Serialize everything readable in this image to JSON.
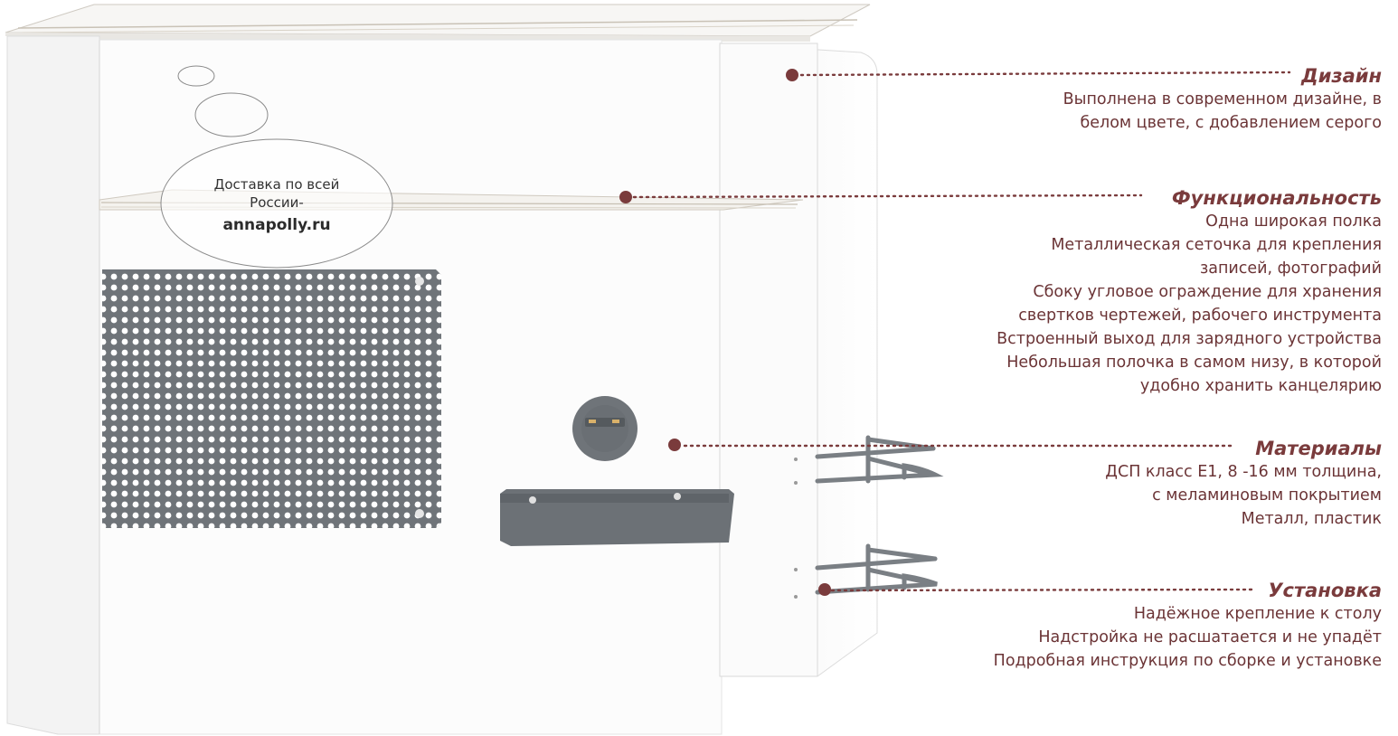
{
  "badge": {
    "line1": "Доставка по всей",
    "line2": "России-",
    "site": "annapolly.ru"
  },
  "colors": {
    "accent": "#7a3b3c",
    "text": "#6b3436",
    "metal": "#6e7479"
  },
  "features": [
    {
      "title": "Дизайн",
      "lines": [
        "Выполнена в современном дизайне, в",
        "белом цвете, с добавлением серого"
      ]
    },
    {
      "title": "Функциональность",
      "lines": [
        "Одна широкая полка",
        "Металлическая сеточка для крепления",
        "записей, фотографий",
        "Сбоку угловое ограждение для хранения",
        "свертков чертежей, рабочего инструмента",
        "Встроенный выход для зарядного устройства",
        "Небольшая полочка в самом низу, в которой",
        "удобно хранить канцелярию"
      ]
    },
    {
      "title": "Материалы",
      "lines": [
        "ДСП класс Е1, 8 -16 мм толщина,",
        "с меламиновым покрытием",
        "Металл, пластик"
      ]
    },
    {
      "title": "Установка",
      "lines": [
        "Надёжное крепление к столу",
        "Надстройка не расшатается и не упадёт",
        "Подробная инструкция по сборке и установке"
      ]
    }
  ]
}
